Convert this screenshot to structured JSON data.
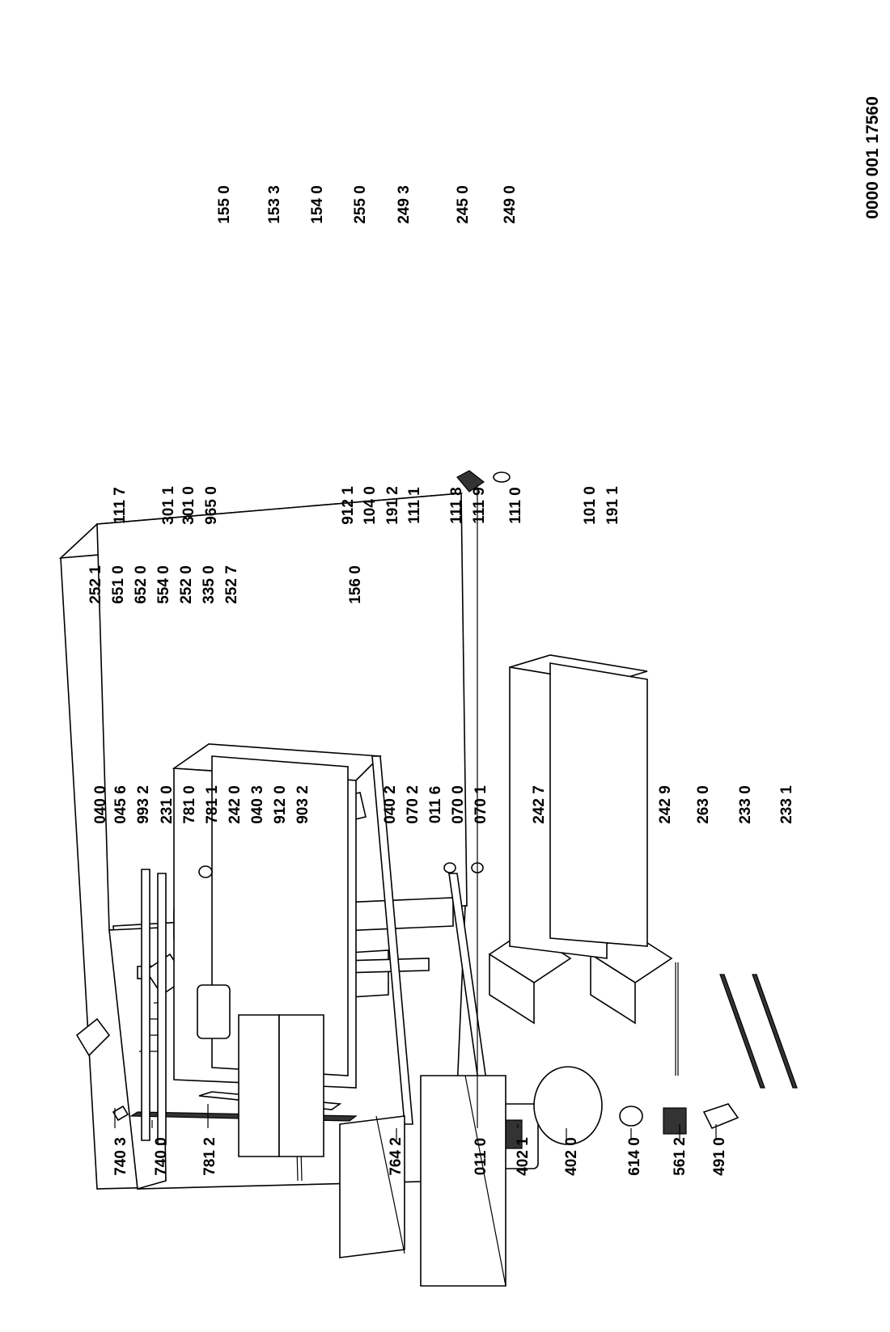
{
  "doc_id": "0000 001 17560",
  "parts": [
    "740 3",
    "740 0",
    "781 2",
    "764 2",
    "011 0",
    "402 1",
    "402 0",
    "614 0",
    "561 2",
    "491 0",
    "040 0",
    "045 6",
    "993 2",
    "231 0",
    "781 0",
    "781 1",
    "242 0",
    "040 3",
    "912 0",
    "903 2",
    "040 2",
    "070 2",
    "011 6",
    "070 0",
    "070 1",
    "242 7",
    "242 9",
    "263 0",
    "233 0",
    "233 1",
    "252 1",
    "651 0",
    "652 0",
    "554 0",
    "252 0",
    "335 0",
    "252 7",
    "156 0",
    "111 7",
    "301 1",
    "301 0",
    "965 0",
    "912 1",
    "104 0",
    "191 2",
    "111 1",
    "111 8",
    "111 9",
    "111 0",
    "101 0",
    "191 1",
    "155 0",
    "153 3",
    "154 0",
    "255 0",
    "249 3",
    "245 0",
    "249 0"
  ]
}
